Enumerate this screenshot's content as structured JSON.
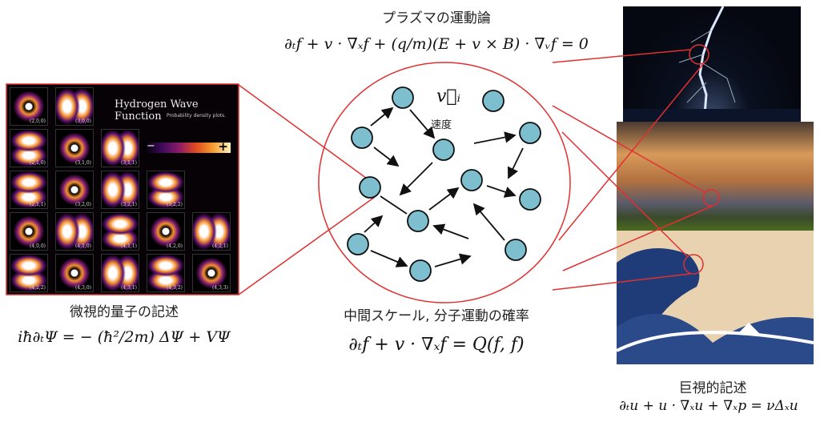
{
  "top": {
    "title": "プラズマの運動論",
    "equation": "∂ₜf + v · ∇ₓf + (q/m)(E + v × B) · ∇ᵥf = 0"
  },
  "left": {
    "panel_title": "Hydrogen Wave Function",
    "panel_subtitle": "Probability density plots.",
    "minus": "−",
    "plus": "+",
    "orbitals": [
      "(2,0,0)",
      "(3,0,0)",
      "(2,1,0)",
      "(3,1,0)",
      "(3,1,1)",
      "(2,1,1)",
      "(3,2,0)",
      "(3,2,1)",
      "(3,2,2)",
      "(4,0,0)",
      "(4,1,0)",
      "(4,1,1)",
      "(4,2,0)",
      "(4,2,1)",
      "(4,2,2)",
      "(4,3,0)",
      "(4,3,1)",
      "(4,3,2)",
      "(4,3,3)"
    ],
    "label": "微視的量子の記述",
    "equation": "iħ∂ₜΨ = − (ħ²/2m) ΔΨ + VΨ"
  },
  "middle": {
    "velocity_symbol": "v⃗ᵢ",
    "velocity_label": "速度",
    "label": "中間スケール, 分子運動の確率",
    "equation": "∂ₜf + v · ∇ₓf = Q(f, f)"
  },
  "right": {
    "label": "巨視的記述",
    "equation": "∂ₜu + u · ∇ₓu + ∇ₓp = νΔₓu",
    "images": [
      "lightning",
      "storm-clouds",
      "great-wave"
    ]
  },
  "colors": {
    "accent": "#e03030",
    "particle": "#7dbfcf"
  }
}
